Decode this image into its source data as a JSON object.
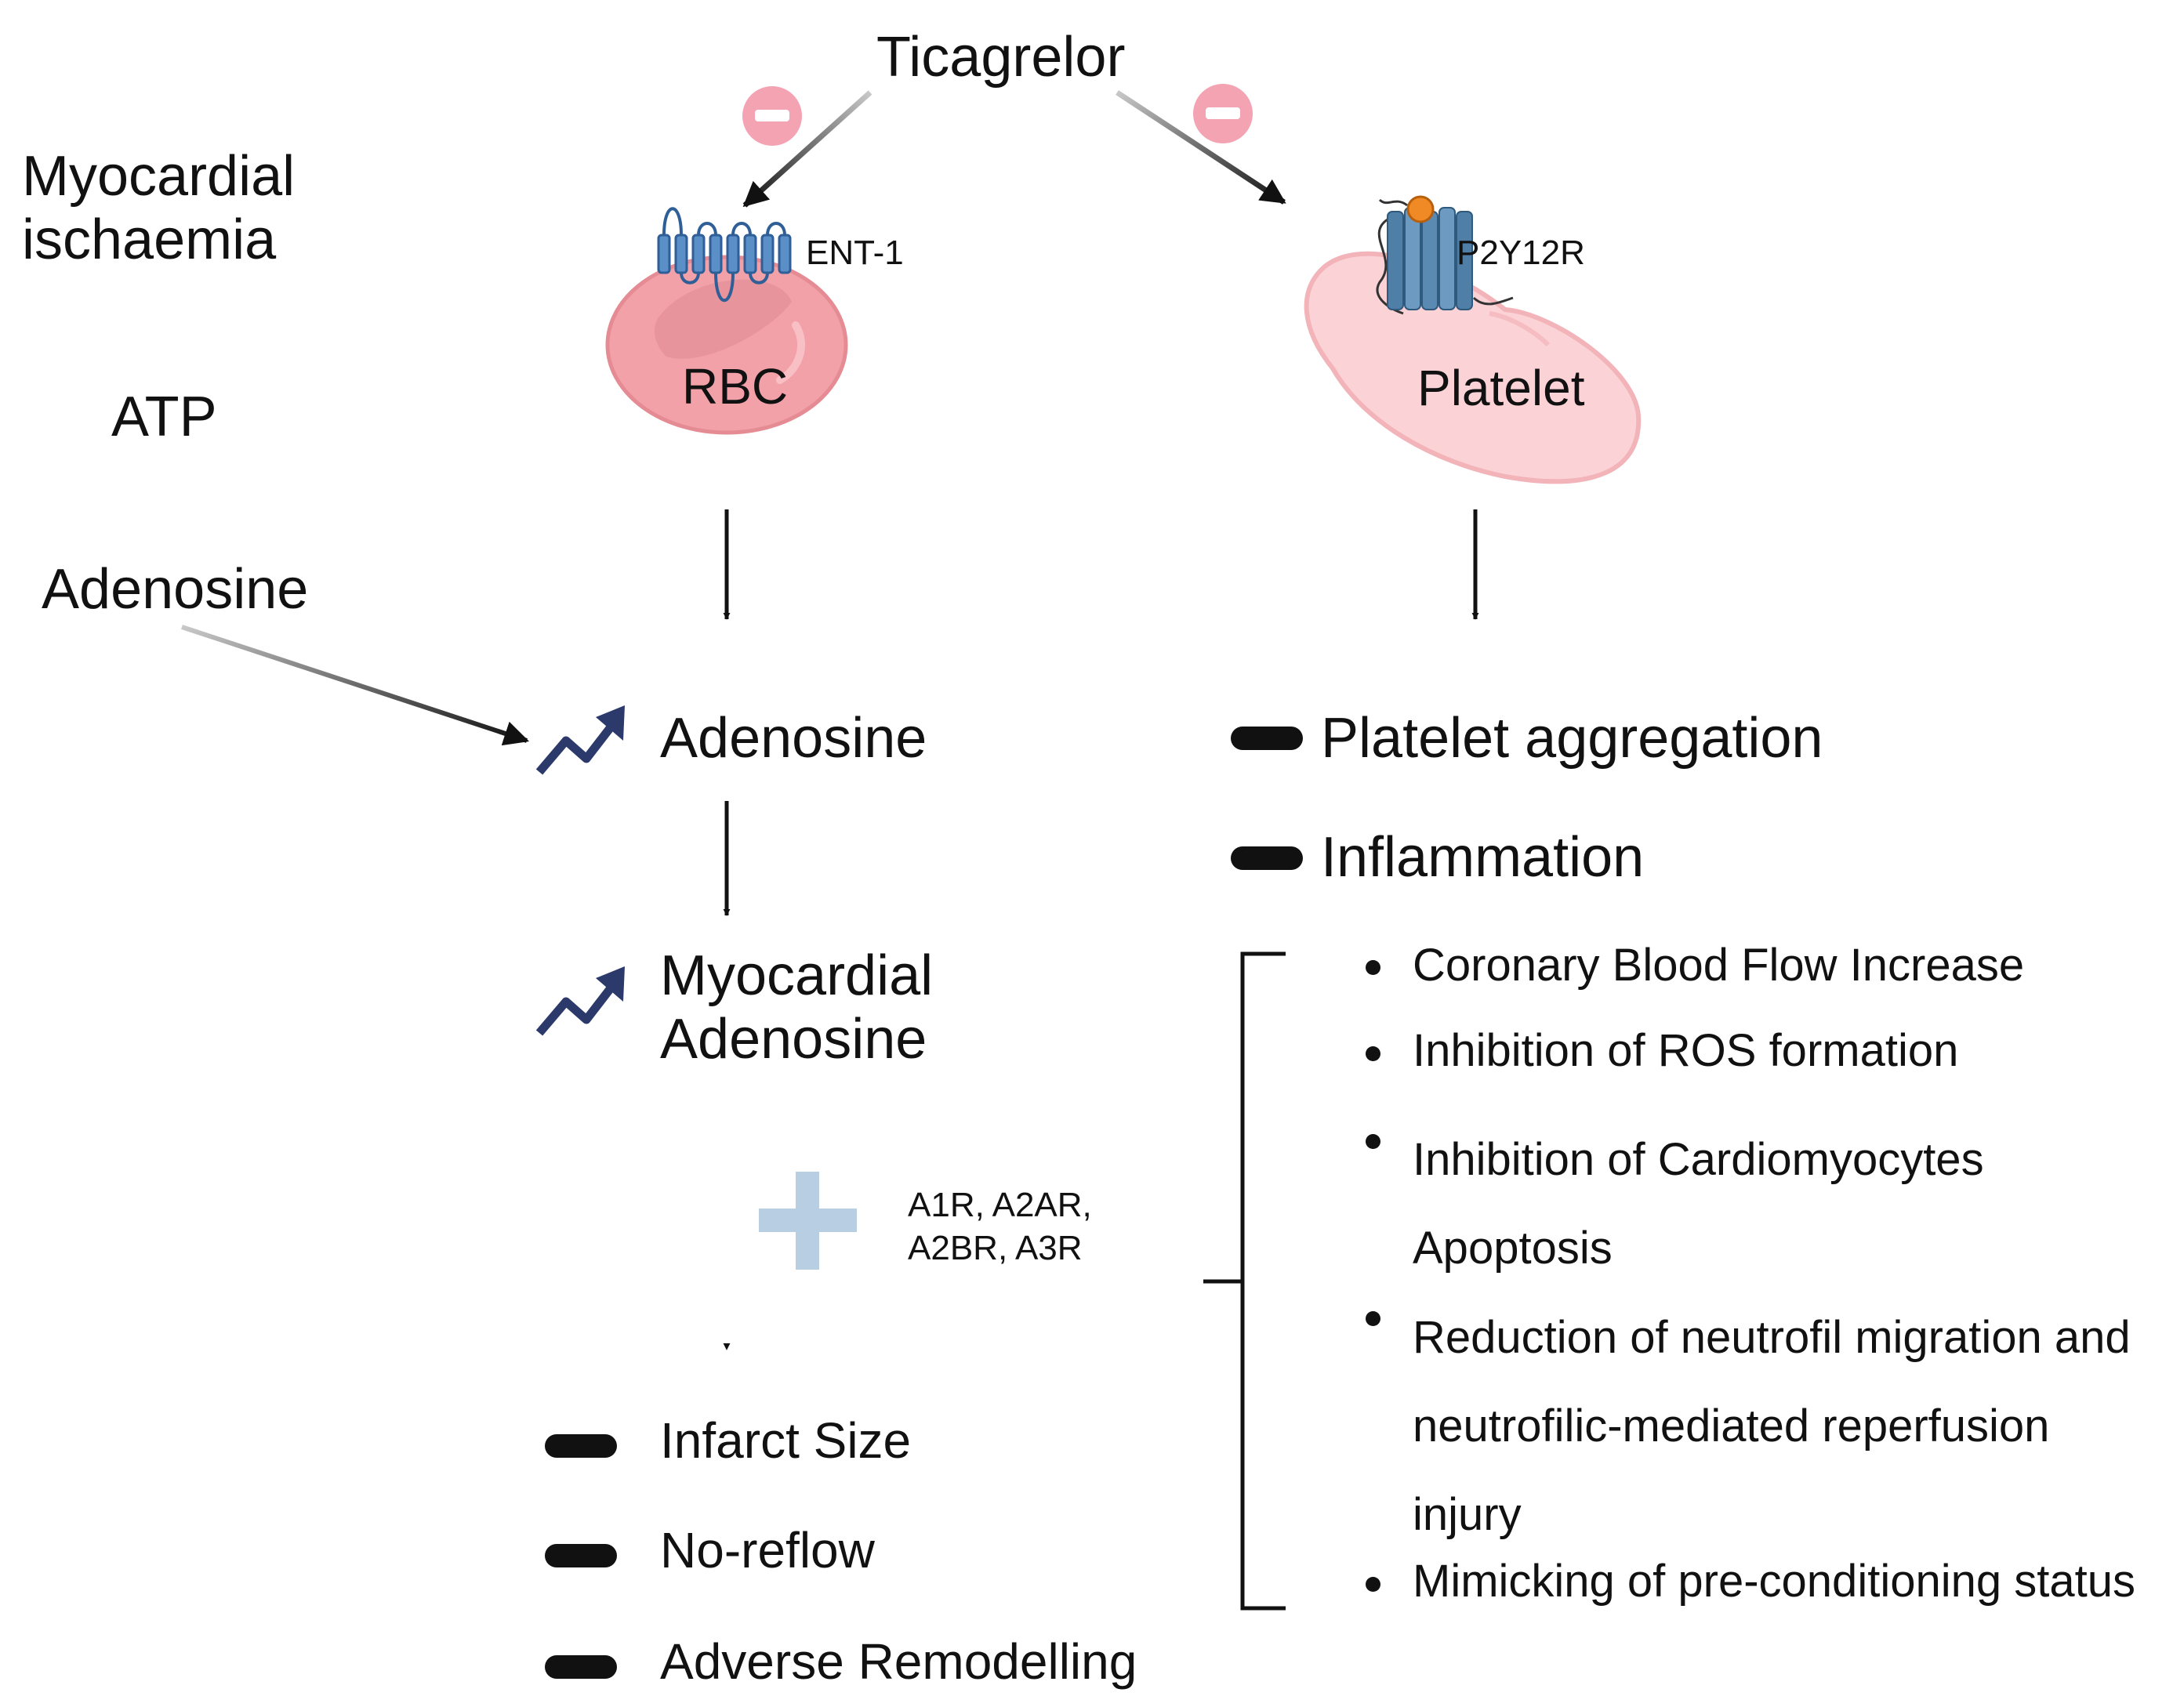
{
  "drug": "Ticagrelor",
  "context": {
    "condition": "Myocardial ischaemia",
    "atp": "ATP",
    "adenosine": "Adenosine"
  },
  "rbc_pathway": {
    "receptor": "ENT-1",
    "cell": "RBC",
    "effect": "Adenosine",
    "tissue_effect": "Myocardial Adenosine",
    "adenosine_receptors": "A1R, A2AR, A2BR, A3R",
    "outcomes": [
      "Infarct Size",
      "No-reflow",
      "Adverse Remodelling"
    ]
  },
  "platelet_pathway": {
    "receptor": "P2Y12R",
    "cell": "Platelet",
    "effects": [
      "Platelet aggregation",
      "Inflammation"
    ],
    "benefits": [
      "Coronary Blood Flow Increase",
      "Inhibition of ROS formation",
      "Inhibition of Cardiomyocytes Apoptosis",
      "Reduction of neutrofil migration and neutrofilic-mediated reperfusion injury",
      "Mimicking of pre-conditioning status"
    ]
  },
  "colors": {
    "inhibit_badge": "#f4a3b3",
    "rbc_fill": "#f2a1a8",
    "platelet_fill": "#fbd3d6",
    "receptor_blue": "#5b8fc7",
    "trend_arrow": "#2b3a6b",
    "plus_sign": "#b8cfe3",
    "decrease_bar": "#111111"
  },
  "icons": [
    "inhibit-icon",
    "increase-trend-icon",
    "decrease-icon",
    "plus-icon"
  ]
}
